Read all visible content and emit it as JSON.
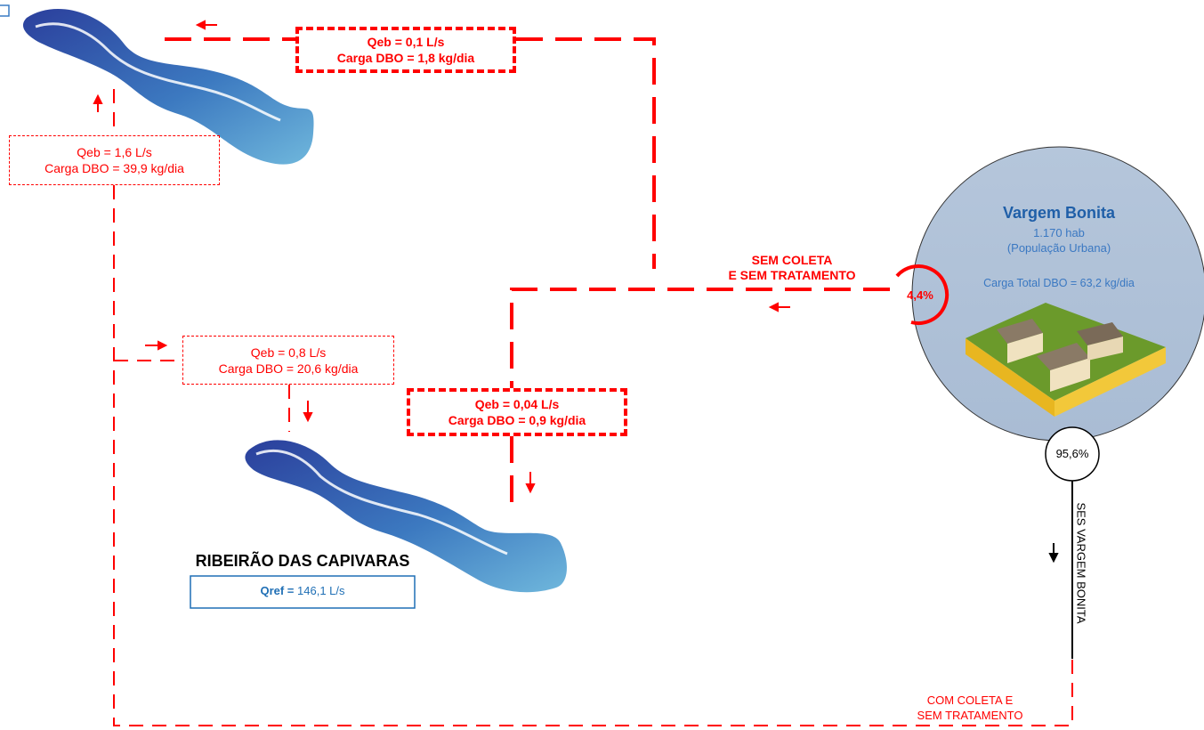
{
  "colors": {
    "red": "#ff0000",
    "blue_title": "#1f5fa8",
    "circle_fill": "#b7c8dd",
    "river_dark": "#2f4fa5",
    "river_light": "#5aa9d6"
  },
  "city": {
    "name": "Vargem Bonita",
    "population": "1.170 hab",
    "population_type": "(População Urbana)",
    "load": "Carga Total DBO = 63,2 kg/dia",
    "pct_no_collection": "4,4%",
    "pct_collection": "95,6%"
  },
  "flows": {
    "top": {
      "qeb": "Qeb = 0,1 L/s",
      "carga": "Carga DBO = 1,8 kg/dia"
    },
    "left": {
      "qeb": "Qeb = 1,6 L/s",
      "carga": "Carga DBO = 39,9 kg/dia"
    },
    "middle": {
      "qeb": "Qeb = 0,8 L/s",
      "carga": "Carga DBO = 20,6 kg/dia"
    },
    "center": {
      "qeb": "Qeb = 0,04 L/s",
      "carga": "Carga DBO = 0,9 kg/dia"
    }
  },
  "labels": {
    "sem_coleta_1": "SEM COLETA",
    "sem_coleta_2": "E SEM TRATAMENTO",
    "com_coleta_1": "COM COLETA E",
    "com_coleta_2": "SEM TRATAMENTO",
    "ses": "SES VARGEM BONITA"
  },
  "river": {
    "name": "RIBEIRÃO DAS CAPIVARAS",
    "qref_label": "Qref =",
    "qref_value": "146,1 L/s"
  }
}
